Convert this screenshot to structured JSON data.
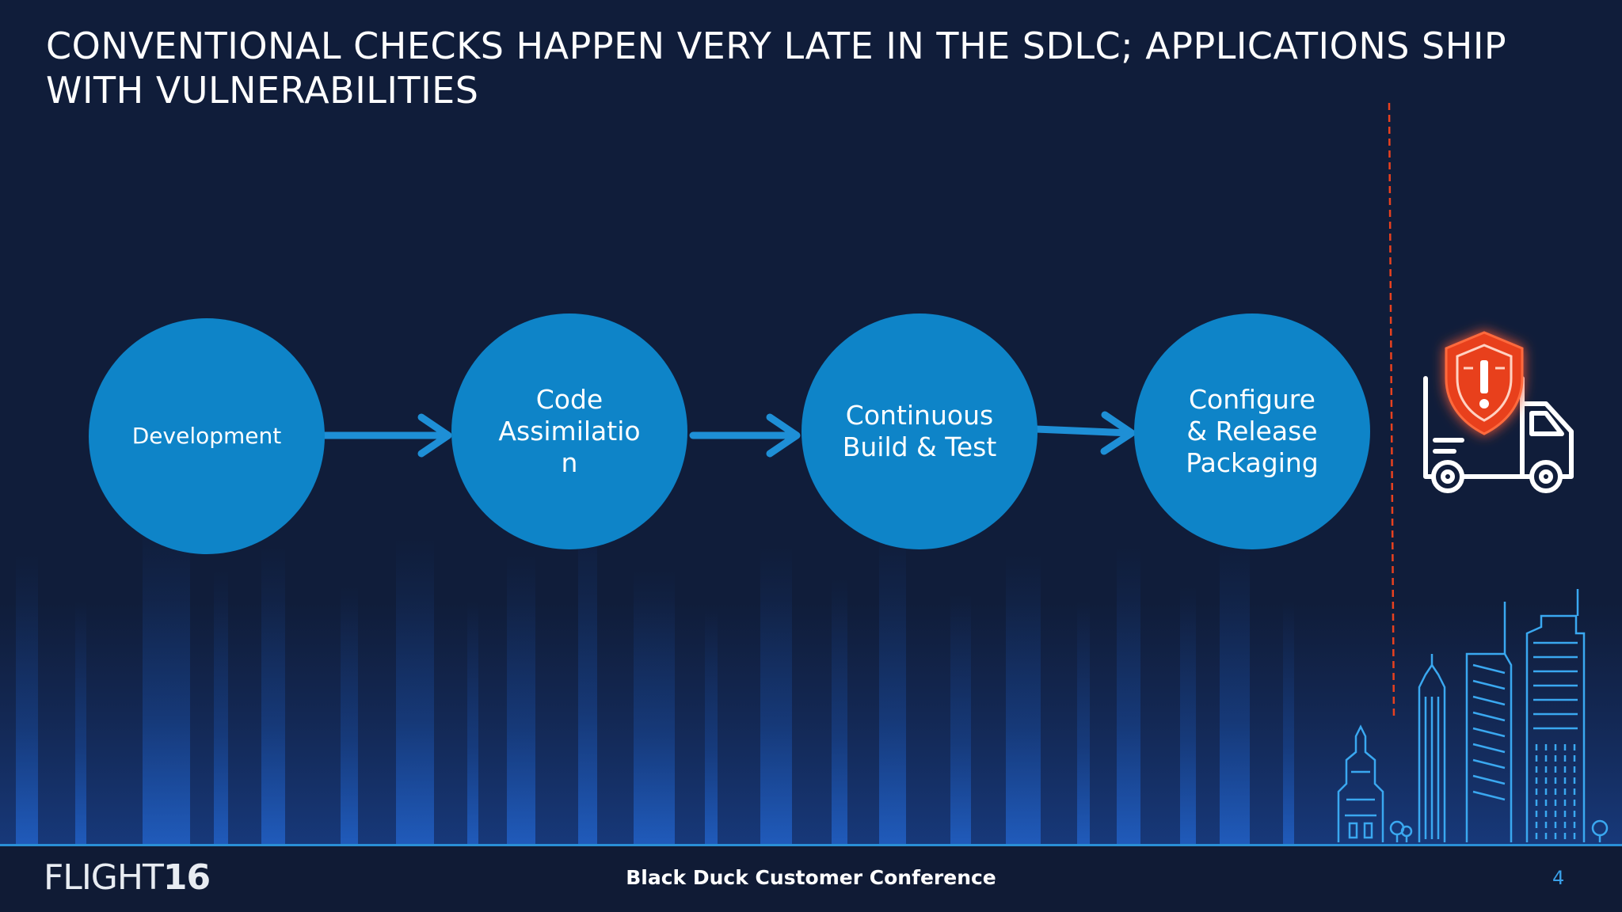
{
  "slide": {
    "title": "CONVENTIONAL CHECKS HAPPEN VERY LATE IN THE SDLC; APPLICATIONS SHIP WITH VULNERABILITIES",
    "page_number": "4"
  },
  "flow": {
    "steps": [
      {
        "label": "Development"
      },
      {
        "label": "Code\nAssimilatio\nn"
      },
      {
        "label": "Continuous\nBuild & Test"
      },
      {
        "label": "Configure\n& Release\nPackaging"
      }
    ]
  },
  "footer": {
    "logo_text": "FLIGHT",
    "logo_number": "16",
    "conference": "Black Duck Customer Conference"
  },
  "icons": {
    "ship": "delivery-truck-icon",
    "alert": "shield-warning-icon",
    "city": "city-skyline"
  },
  "colors": {
    "background": "#101d3a",
    "circle": "#0e84c8",
    "arrow": "#1e8fd6",
    "warning": "#e8411f",
    "accent": "#2a8fd6"
  }
}
